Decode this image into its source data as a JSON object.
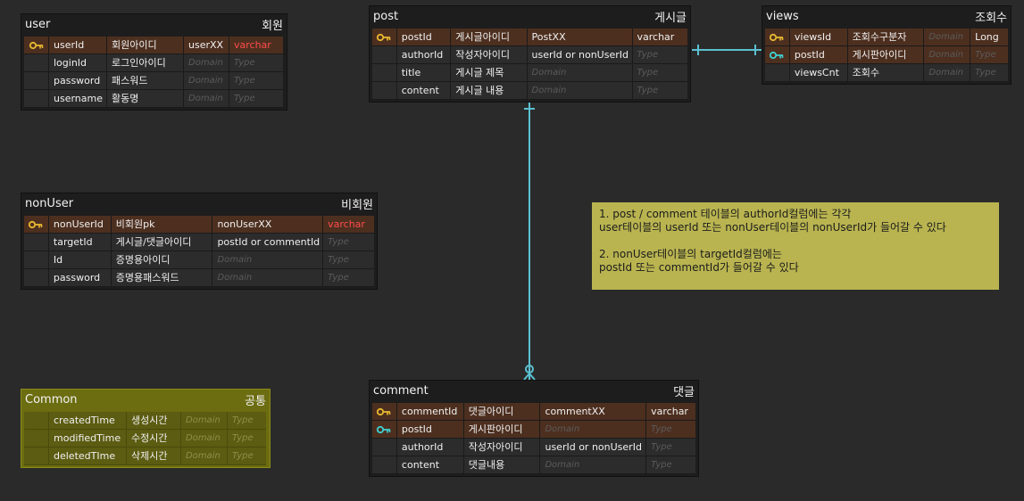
{
  "tables": {
    "user": {
      "name": "user",
      "logical": "회원",
      "rows": [
        {
          "kind": "pk",
          "key": "pk-key-icon",
          "col": "userId",
          "desc": "회원아이디",
          "domain": "userXX",
          "type": "varchar"
        },
        {
          "kind": "",
          "col": "loginId",
          "desc": "로그인아이디",
          "domain": "Domain",
          "type": "Type"
        },
        {
          "kind": "",
          "col": "password",
          "desc": "패스워드",
          "domain": "Domain",
          "type": "Type"
        },
        {
          "kind": "",
          "col": "username",
          "desc": "활동명",
          "domain": "Domain",
          "type": "Type"
        }
      ]
    },
    "post": {
      "name": "post",
      "logical": "게시글",
      "rows": [
        {
          "kind": "pk",
          "col": "postId",
          "desc": "게시글아이디",
          "domain": "PostXX",
          "type": "varchar"
        },
        {
          "kind": "",
          "col": "authorId",
          "desc": "작성자아이디",
          "domain": "userId or nonUserId",
          "type": "Type"
        },
        {
          "kind": "",
          "col": "title",
          "desc": "게시글 제목",
          "domain": "Domain",
          "type": "Type"
        },
        {
          "kind": "",
          "col": "content",
          "desc": "게시글 내용",
          "domain": "Domain",
          "type": "Type"
        }
      ]
    },
    "views": {
      "name": "views",
      "logical": "조회수",
      "rows": [
        {
          "kind": "pk",
          "col": "viewsId",
          "desc": "조회수구분자",
          "domain": "Domain",
          "type": "Long"
        },
        {
          "kind": "fk",
          "col": "postId",
          "desc": "게시판아이디",
          "domain": "Domain",
          "type": "Type"
        },
        {
          "kind": "",
          "col": "viewsCnt",
          "desc": "조회수",
          "domain": "Domain",
          "type": "Type"
        }
      ]
    },
    "nonUser": {
      "name": "nonUser",
      "logical": "비회원",
      "rows": [
        {
          "kind": "pk",
          "col": "nonUserId",
          "desc": "비회원pk",
          "domain": "nonUserXX",
          "type": "varchar"
        },
        {
          "kind": "",
          "col": "targetId",
          "desc": "게시글/댓글아이디",
          "domain": "postId or commentId",
          "type": "Type"
        },
        {
          "kind": "",
          "col": "Id",
          "desc": "증명용아이디",
          "domain": "Domain",
          "type": "Type"
        },
        {
          "kind": "",
          "col": "password",
          "desc": "증명용패스워드",
          "domain": "Domain",
          "type": "Type"
        }
      ]
    },
    "common": {
      "name": "Common",
      "logical": "공통",
      "rows": [
        {
          "kind": "",
          "col": "createdTime",
          "desc": "생성시간",
          "domain": "Domain",
          "type": "Type"
        },
        {
          "kind": "",
          "col": "modifiedTime",
          "desc": "수정시간",
          "domain": "Domain",
          "type": "Type"
        },
        {
          "kind": "",
          "col": "deletedTIme",
          "desc": "삭제시간",
          "domain": "Domain",
          "type": "Type"
        }
      ]
    },
    "comment": {
      "name": "comment",
      "logical": "댓글",
      "rows": [
        {
          "kind": "pk",
          "col": "commentId",
          "desc": "댓글아이디",
          "domain": "commentXX",
          "type": "varchar"
        },
        {
          "kind": "fk",
          "col": "postId",
          "desc": "게시판아이디",
          "domain": "Domain",
          "type": "Type"
        },
        {
          "kind": "",
          "col": "authorId",
          "desc": "작성자아이디",
          "domain": "userId or nonUserId",
          "type": "Type"
        },
        {
          "kind": "",
          "col": "content",
          "desc": "댓글내용",
          "domain": "Domain",
          "type": "Type"
        }
      ]
    }
  },
  "memo": {
    "line1": "1. post / comment 테이블의 authorId컬럼에는 각각",
    "line2": "user테이블의 userId 또는 nonUser테이블의 nonUserId가 들어갈 수 있다",
    "line3": "2. nonUser테이블의 targetId컬럼에는",
    "line4": "postId 또는 commentId가 들어갈 수 있다"
  },
  "colors": {
    "background": "#2a2a2a",
    "table": "#1d1d1d",
    "pk_row": "#4d2f1f",
    "common_table": "#6c6d10",
    "memo": "#b9b450",
    "relationship_line": "#5bc0d0",
    "pk_key_icon": "#e8b830",
    "fk_key_icon": "#3fd0d0",
    "varchar_red": "#ff4c4c"
  }
}
